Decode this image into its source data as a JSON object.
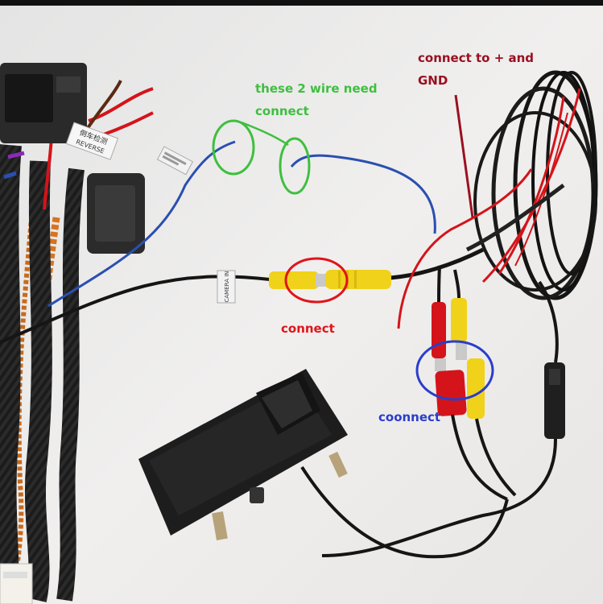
{
  "photo": {
    "subject": "harness-and-camera",
    "colors": {
      "background": "#ecebea",
      "black_cable": "#151515",
      "red_wire": "#d4141a",
      "blue_wire": "#2a4fb0",
      "yellow_rca": "#f0d21a",
      "orange_braid": "#d8731f",
      "green_circle": "#3fbf3f",
      "red_circle": "#e0141b",
      "blue_circle": "#2a3dcc",
      "dark_red_pointer": "#9a1020"
    }
  },
  "annotations": {
    "wires_note": {
      "line1": "these 2 wire need",
      "line2": "connect"
    },
    "power_note": {
      "line1": "connect to + and",
      "line2": "GND"
    },
    "video_note": {
      "text": "connect"
    },
    "rca_note": {
      "text": "coonnect"
    }
  },
  "labels": {
    "reverse_tag_cn": "倒车检测",
    "reverse_tag_en": "REVERSE",
    "rca_tag": "CAMERA IN"
  }
}
